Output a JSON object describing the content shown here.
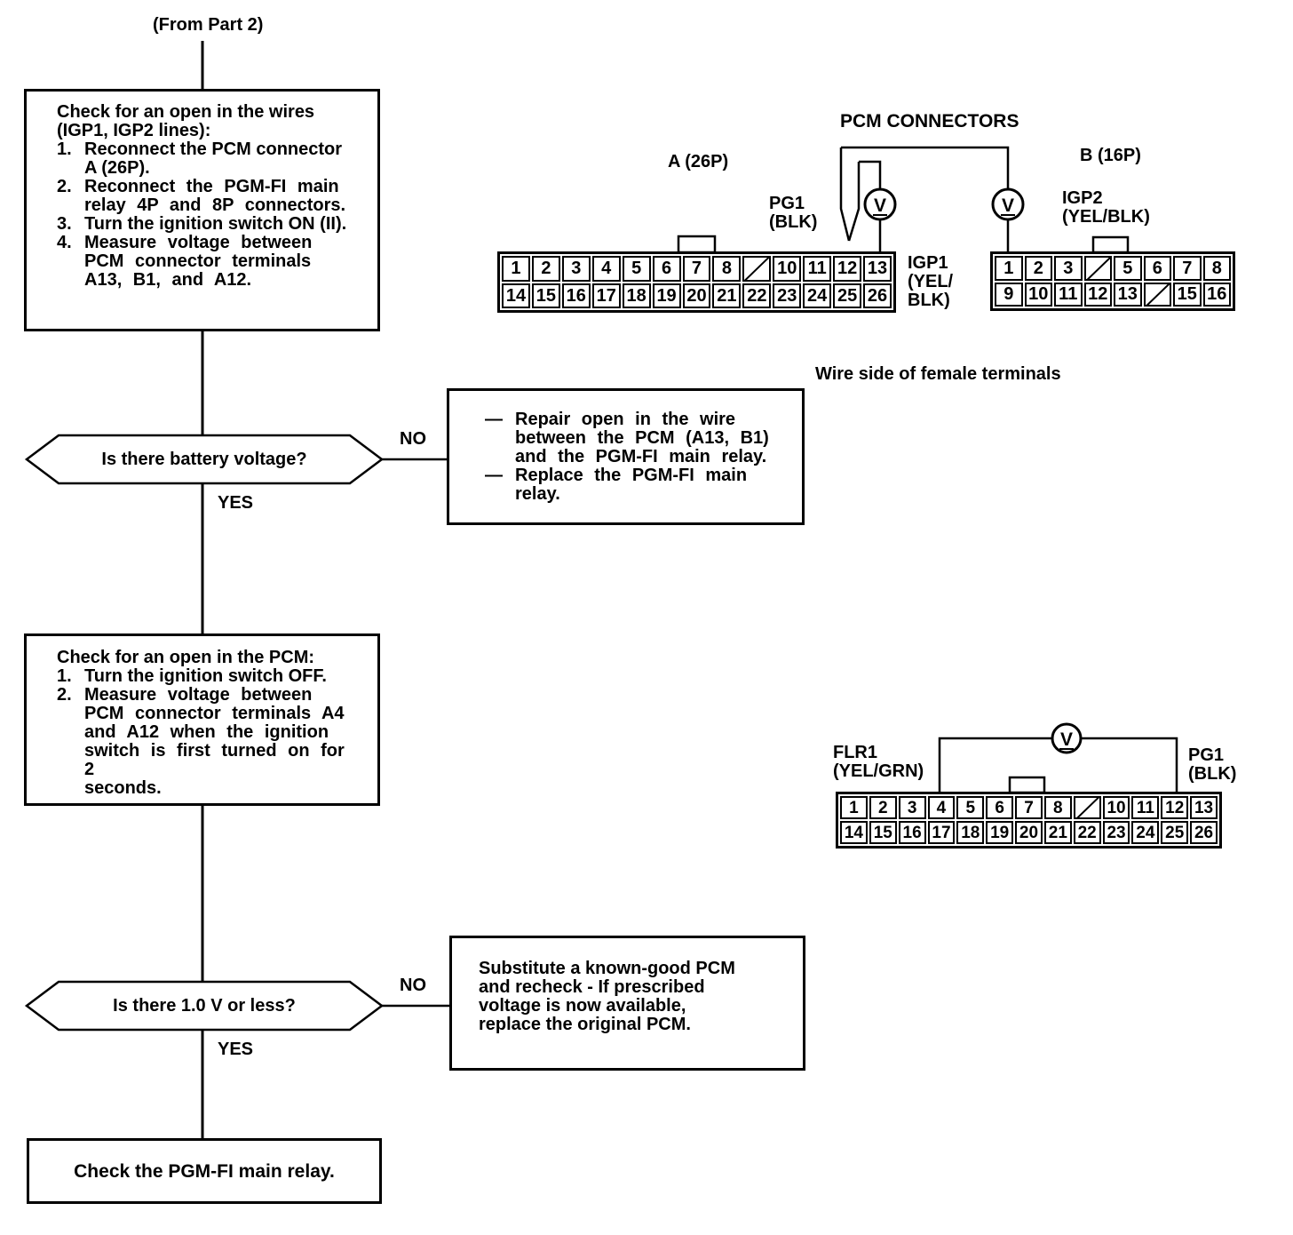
{
  "page": {
    "from_part": "(From Part 2)"
  },
  "flow": {
    "box1": {
      "title": "Check for an open in the wires\n(IGP1, IGP2 lines):",
      "items": [
        {
          "num": "1.",
          "text": "Reconnect the PCM connector\nA (26P)."
        },
        {
          "num": "2.",
          "text": "Reconnect the PGM-FI main\nrelay 4P and 8P connectors."
        },
        {
          "num": "3.",
          "text": "Turn the ignition switch ON (II)."
        },
        {
          "num": "4.",
          "text": "Measure voltage between\nPCM connector terminals\nA13, B1, and A12."
        }
      ]
    },
    "decision1": {
      "question": "Is there battery voltage?",
      "no": "NO",
      "yes": "YES"
    },
    "repair1": {
      "dash": "—",
      "items": [
        "Repair open in the wire\nbetween the PCM (A13, B1)\nand the PGM-FI main relay.",
        "Replace the PGM-FI main\nrelay."
      ]
    },
    "box2": {
      "title": "Check for an open in the PCM:",
      "items": [
        {
          "num": "1.",
          "text": "Turn the ignition switch OFF."
        },
        {
          "num": "2.",
          "text": "Measure voltage between\nPCM connector terminals A4\nand A12 when the ignition\nswitch is first turned on for 2\nseconds."
        }
      ]
    },
    "decision2": {
      "question": "Is there 1.0 V or less?",
      "no": "NO",
      "yes": "YES"
    },
    "repair2": {
      "text": "Substitute a known-good PCM\nand recheck - If prescribed\nvoltage is now available,\nreplace the original PCM."
    },
    "box3": {
      "text": "Check the PGM-FI main relay."
    }
  },
  "connector_diagram": {
    "title": "PCM CONNECTORS",
    "a_label": "A (26P)",
    "b_label": "B (16P)",
    "pg1_label": "PG1\n(BLK)",
    "igp1_label": "IGP1\n(YEL/\nBLK)",
    "igp2_label": "IGP2\n(YEL/BLK)",
    "voltmeter": "V",
    "note": "Wire side of female terminals",
    "a26p": {
      "row1": [
        "1",
        "2",
        "3",
        "4",
        "5",
        "6",
        "7",
        "8",
        null,
        "10",
        "11",
        "12",
        "13"
      ],
      "row2": [
        "14",
        "15",
        "16",
        "17",
        "18",
        "19",
        "20",
        "21",
        "22",
        "23",
        "24",
        "25",
        "26"
      ]
    },
    "b16p": {
      "row1": [
        "1",
        "2",
        "3",
        null,
        "5",
        "6",
        "7",
        "8"
      ],
      "row2": [
        "9",
        "10",
        "11",
        "12",
        "13",
        null,
        "15",
        "16"
      ]
    }
  },
  "connector_diagram2": {
    "flr1_label": "FLR1\n(YEL/GRN)",
    "pg1_label": "PG1\n(BLK)",
    "voltmeter": "V",
    "a26p": {
      "row1": [
        "1",
        "2",
        "3",
        "4",
        "5",
        "6",
        "7",
        "8",
        null,
        "10",
        "11",
        "12",
        "13"
      ],
      "row2": [
        "14",
        "15",
        "16",
        "17",
        "18",
        "19",
        "20",
        "21",
        "22",
        "23",
        "24",
        "25",
        "26"
      ]
    }
  }
}
